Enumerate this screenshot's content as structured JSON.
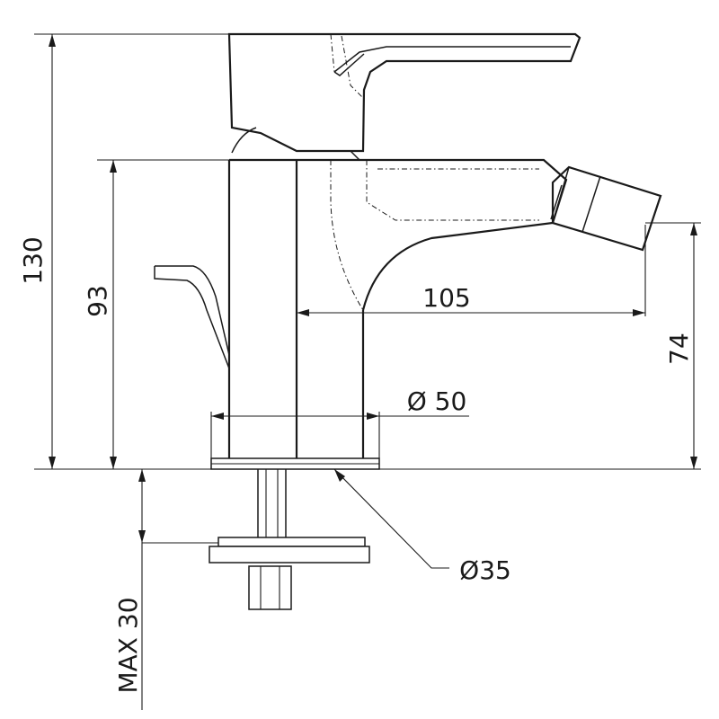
{
  "dimensions": {
    "total_height": "130",
    "body_height": "93",
    "spout_reach": "105",
    "spout_height": "74",
    "base_diameter": "Ø 50",
    "mount_hole_diameter": "Ø35",
    "max_counter_thickness": "MAX 30"
  },
  "colors": {
    "line": "#1a1a1a",
    "background": "#ffffff"
  }
}
